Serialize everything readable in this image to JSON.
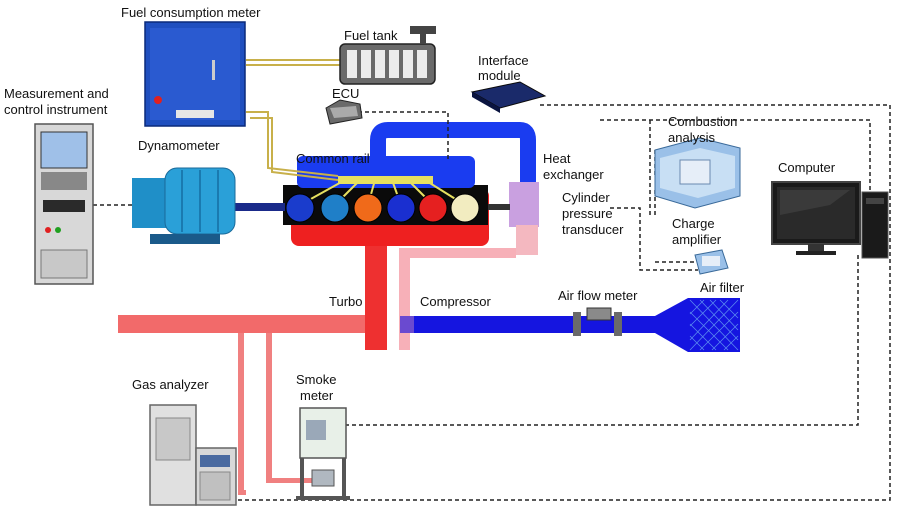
{
  "labels": {
    "fuel_meter": "Fuel consumption meter",
    "fuel_tank": "Fuel tank",
    "interface": [
      "Interface",
      "module"
    ],
    "ecu": "ECU",
    "measurement": [
      "Measurement and",
      "control instrument"
    ],
    "dynamometer": "Dynamometer",
    "common_rail": "Common rail",
    "heat_exchanger": [
      "Heat",
      "exchanger"
    ],
    "cylinder_pressure": [
      "Cylinder",
      "pressure",
      "transducer"
    ],
    "combustion": [
      "Combustion",
      "analysis"
    ],
    "charge_amplifier": [
      "Charge",
      "amplifier"
    ],
    "computer": "Computer",
    "air_filter": "Air filter",
    "air_flow_meter": "Air flow meter",
    "turbo": "Turbo",
    "compressor": "Compressor",
    "gas_analyzer": "Gas analyzer",
    "smoke_meter": [
      "Smoke",
      "meter"
    ]
  },
  "colors": {
    "exhaust": "#f26060",
    "exhaust_light": "#f7a8a8",
    "intake": "#1515e0",
    "coolant": "#1a3cf0",
    "equipment_blue": "#1f4fbf",
    "dynamometer": "#2aa0d8",
    "fuel_line": "#c8b04a",
    "cylinders": [
      "#1a3ccc",
      "#1f7fc8",
      "#f06a1a",
      "#1a2fd0",
      "#e52020",
      "#f2ecc0"
    ]
  }
}
